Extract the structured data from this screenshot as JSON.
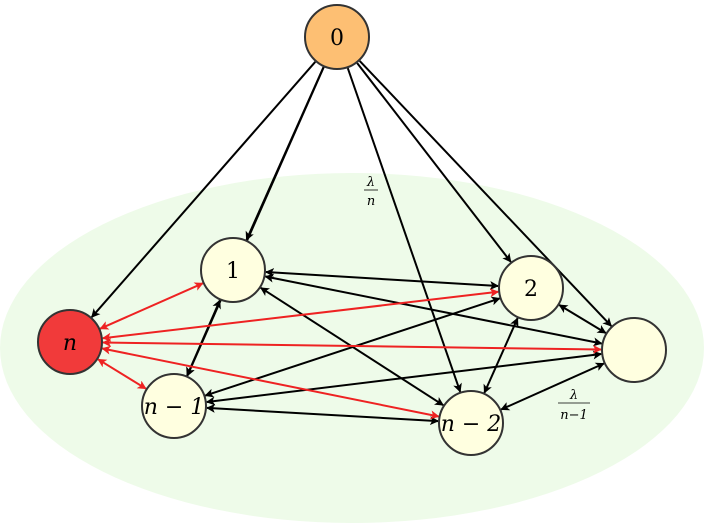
{
  "nodes": [
    {
      "id": "0",
      "label": "0",
      "fill": "#fdbf73",
      "upright": true
    },
    {
      "id": "1",
      "label": "1",
      "fill": "#ffffe0",
      "upright": true
    },
    {
      "id": "2",
      "label": "2",
      "fill": "#ffffe0",
      "upright": true
    },
    {
      "id": "3",
      "label": "",
      "fill": "#ffffe0",
      "upright": true
    },
    {
      "id": "nm2",
      "label": "n − 2",
      "fill": "#ffffe0",
      "upright": false
    },
    {
      "id": "nm1",
      "label": "n − 1",
      "fill": "#ffffe0",
      "upright": false
    },
    {
      "id": "n",
      "label": "n",
      "fill": "#f13a3a",
      "upright": false
    }
  ],
  "edges": [
    {
      "from": "0",
      "to": "n",
      "kind": "one-way",
      "color": "#000000"
    },
    {
      "from": "0",
      "to": "1",
      "kind": "one-way",
      "color": "#000000"
    },
    {
      "from": "0",
      "to": "nm1",
      "kind": "one-way",
      "color": "#000000"
    },
    {
      "from": "0",
      "to": "2",
      "kind": "one-way",
      "color": "#000000"
    },
    {
      "from": "0",
      "to": "nm2",
      "kind": "one-way",
      "color": "#000000"
    },
    {
      "from": "0",
      "to": "3",
      "kind": "one-way",
      "color": "#000000"
    },
    {
      "from": "1",
      "to": "2",
      "kind": "both",
      "color": "#000000"
    },
    {
      "from": "1",
      "to": "3",
      "kind": "both",
      "color": "#000000"
    },
    {
      "from": "1",
      "to": "nm2",
      "kind": "both",
      "color": "#000000"
    },
    {
      "from": "1",
      "to": "nm1",
      "kind": "both",
      "color": "#000000"
    },
    {
      "from": "2",
      "to": "3",
      "kind": "both",
      "color": "#000000"
    },
    {
      "from": "2",
      "to": "nm2",
      "kind": "both",
      "color": "#000000"
    },
    {
      "from": "2",
      "to": "nm1",
      "kind": "both",
      "color": "#000000"
    },
    {
      "from": "3",
      "to": "nm2",
      "kind": "both",
      "color": "#000000"
    },
    {
      "from": "3",
      "to": "nm1",
      "kind": "both",
      "color": "#000000"
    },
    {
      "from": "nm2",
      "to": "nm1",
      "kind": "both",
      "color": "#000000"
    },
    {
      "from": "n",
      "to": "1",
      "kind": "both",
      "color": "#ee2222"
    },
    {
      "from": "n",
      "to": "2",
      "kind": "both",
      "color": "#ee2222"
    },
    {
      "from": "n",
      "to": "3",
      "kind": "both",
      "color": "#ee2222"
    },
    {
      "from": "n",
      "to": "nm2",
      "kind": "both",
      "color": "#ee2222"
    },
    {
      "from": "n",
      "to": "nm1",
      "kind": "both",
      "color": "#ee2222"
    }
  ],
  "labels": {
    "lambda": "λ",
    "n": "n",
    "n_minus_1": "n−1"
  },
  "colors": {
    "region": "#eefbe9",
    "stroke": "#333333"
  }
}
